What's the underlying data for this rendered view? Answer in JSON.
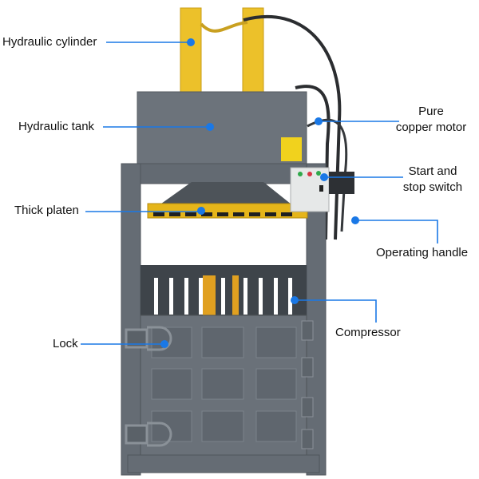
{
  "diagram": {
    "subject": "Vertical hydraulic baler",
    "callout_color": "#1a78e6",
    "machine_color": "#6a7179",
    "platen_color": "#e8b618",
    "callouts": [
      {
        "id": "hydraulic-cylinder",
        "label": "Hydraulic cylinder"
      },
      {
        "id": "hydraulic-tank",
        "label": "Hydraulic tank"
      },
      {
        "id": "thick-platen",
        "label": "Thick platen"
      },
      {
        "id": "lock",
        "label": "Lock"
      },
      {
        "id": "pure-copper-motor",
        "label_line1": "Pure",
        "label_line2": "copper motor"
      },
      {
        "id": "start-stop-switch",
        "label_line1": "Start and",
        "label_line2": "stop switch"
      },
      {
        "id": "operating-handle",
        "label": "Operating handle"
      },
      {
        "id": "compressor",
        "label": "Compressor"
      }
    ]
  }
}
